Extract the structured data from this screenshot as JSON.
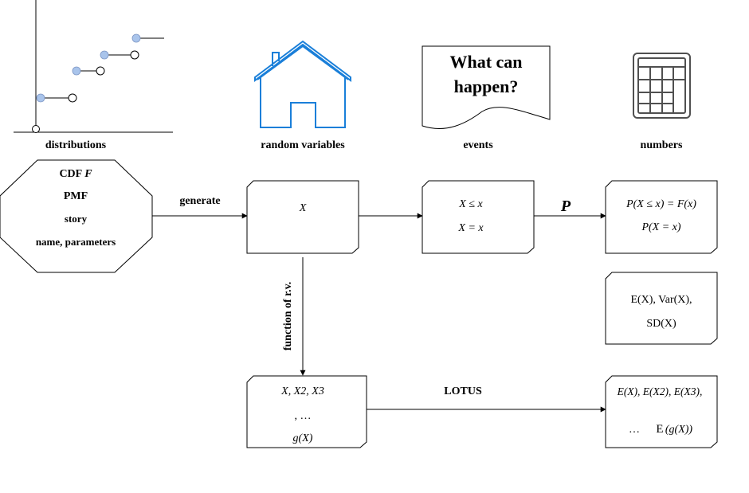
{
  "icons": {
    "distributions": {
      "label": "distributions",
      "icon": "step-function-cdf-icon",
      "point_color": "#a9c4eb"
    },
    "random_variables": {
      "label": "random variables",
      "icon": "house-icon",
      "color": "#1a7fd9"
    },
    "events": {
      "label": "events",
      "icon": "document-icon",
      "text_line1": "What can",
      "text_line2": "happen?"
    },
    "numbers": {
      "label": "numbers",
      "icon": "calculator-icon",
      "color": "#505050"
    }
  },
  "distribution_box": {
    "line1_prefix": "CDF ",
    "line1_var": "F",
    "line2": "PMF",
    "line3": "story",
    "line4": "name, parameters"
  },
  "arrows": {
    "generate": "generate",
    "function_of_rv": "function of r.v.",
    "P": "P",
    "lotus": "LOTUS"
  },
  "rv_box": {
    "text": "X"
  },
  "events_box": {
    "line1": "X ≤ x",
    "line2": "X = x"
  },
  "prob_box": {
    "line1": "P(X ≤ x) = F(x)",
    "line2": "P(X = x)"
  },
  "moments_box": {
    "line1": "E(X), Var(X),",
    "line2": "SD(X)"
  },
  "functions_box": {
    "line1": "X, X2, X3",
    "line2": ", …",
    "line3": "g(X)"
  },
  "lotus_box": {
    "line1": "E(X), E(X2), E(X3),",
    "line2_ellipsis": "…",
    "line2_E": "E",
    "line2_rest": "(g(X))"
  }
}
